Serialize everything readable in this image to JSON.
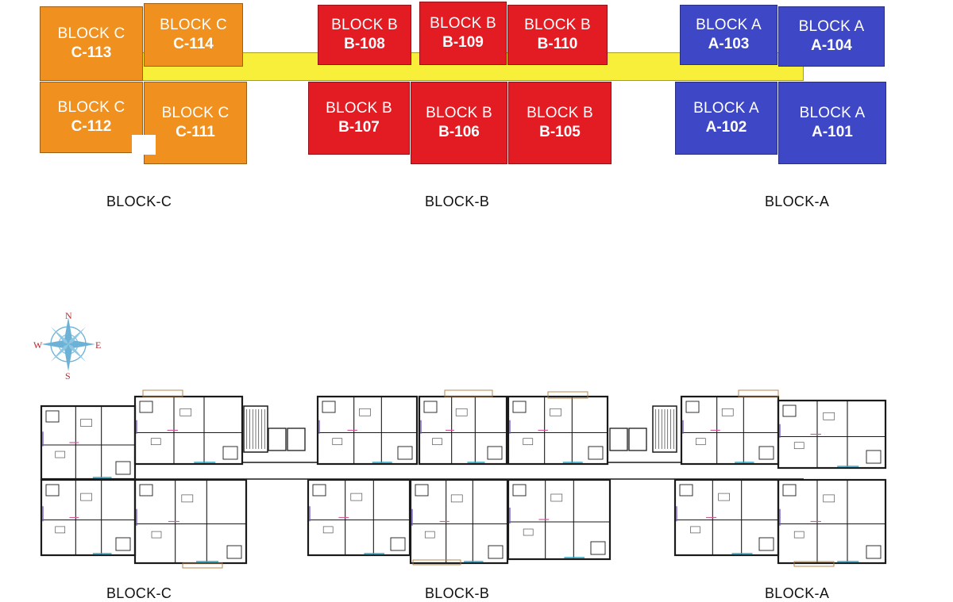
{
  "blocks": {
    "c": {
      "label": "BLOCK-C",
      "units": [
        {
          "title": "BLOCK C",
          "code": "C-113"
        },
        {
          "title": "BLOCK C",
          "code": "C-114"
        },
        {
          "title": "BLOCK C",
          "code": "C-112"
        },
        {
          "title": "BLOCK C",
          "code": "C-111"
        }
      ]
    },
    "b": {
      "label": "BLOCK-B",
      "units": [
        {
          "title": "BLOCK B",
          "code": "B-108"
        },
        {
          "title": "BLOCK B",
          "code": "B-109"
        },
        {
          "title": "BLOCK B",
          "code": "B-110"
        },
        {
          "title": "BLOCK B",
          "code": "B-107"
        },
        {
          "title": "BLOCK B",
          "code": "B-106"
        },
        {
          "title": "BLOCK B",
          "code": "B-105"
        }
      ]
    },
    "a": {
      "label": "BLOCK-A",
      "units": [
        {
          "title": "BLOCK A",
          "code": "A-103"
        },
        {
          "title": "BLOCK A",
          "code": "A-104"
        },
        {
          "title": "BLOCK A",
          "code": "A-102"
        },
        {
          "title": "BLOCK A",
          "code": "A-101"
        }
      ]
    }
  },
  "floorplan_labels": {
    "c": "BLOCK-C",
    "b": "BLOCK-B",
    "a": "BLOCK-A"
  },
  "compass": {
    "n": "N",
    "s": "S",
    "e": "E",
    "w": "W"
  },
  "colors": {
    "block_c": "#f0901f",
    "block_b": "#e31c24",
    "block_a": "#3e48c6",
    "corridor": "#f7ef3a"
  }
}
